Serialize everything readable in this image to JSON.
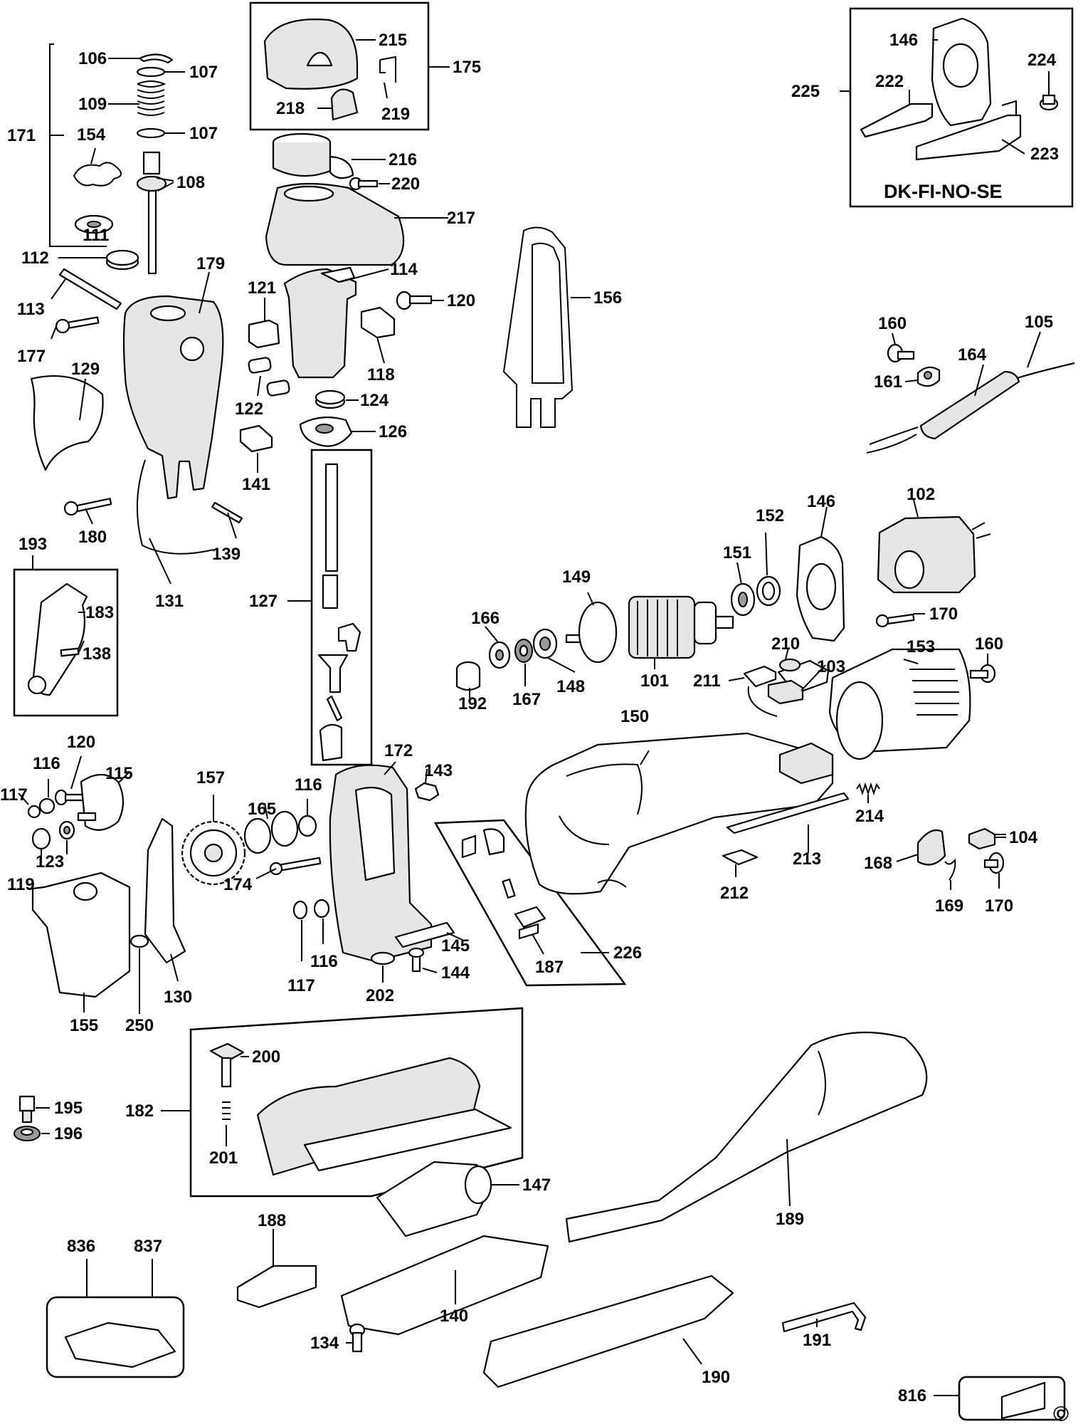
{
  "diagram": {
    "callouts": [
      "106",
      "107",
      "109",
      "107",
      "154",
      "108",
      "111",
      "171",
      "112",
      "113",
      "177",
      "129",
      "180",
      "179",
      "131",
      "139",
      "193",
      "183",
      "138",
      "215",
      "218",
      "219",
      "175",
      "216",
      "220",
      "217",
      "114",
      "121",
      "120",
      "118",
      "122",
      "124",
      "126",
      "141",
      "156",
      "127",
      "225",
      "146",
      "222",
      "224",
      "223",
      "160",
      "105",
      "161",
      "164",
      "166",
      "149",
      "151",
      "152",
      "146",
      "102",
      "170",
      "192",
      "167",
      "148",
      "101",
      "210",
      "211",
      "103",
      "160",
      "153",
      "150",
      "214",
      "213",
      "212",
      "104",
      "168",
      "169",
      "170",
      "120",
      "116",
      "115",
      "157",
      "117",
      "119",
      "123",
      "165",
      "116",
      "172",
      "143",
      "174",
      "117",
      "116",
      "202",
      "145",
      "144",
      "226",
      "187",
      "155",
      "250",
      "130",
      "200",
      "182",
      "201",
      "195",
      "196",
      "147",
      "189",
      "188",
      "836",
      "837",
      "140",
      "134",
      "190",
      "191",
      "816"
    ],
    "kit_label": "DK-FI-NO-SE",
    "copyright": "©"
  }
}
